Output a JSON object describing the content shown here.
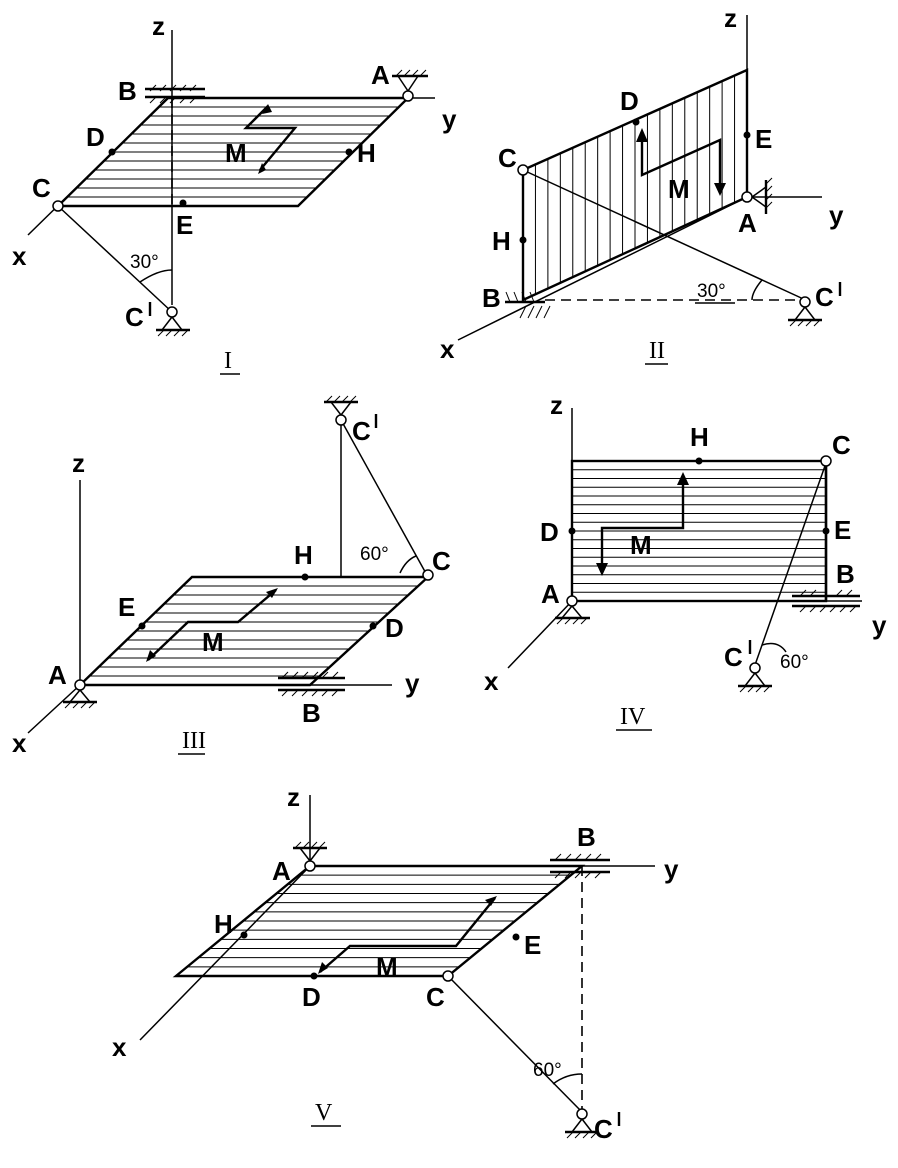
{
  "figures": [
    {
      "numeral": "I",
      "axes": {
        "x": "x",
        "y": "y",
        "z": "z"
      },
      "points": {
        "A": "A",
        "B": "B",
        "C": "C",
        "C1": "C",
        "D": "D",
        "E": "E",
        "H": "H"
      },
      "moment": "M",
      "angle": "30°"
    },
    {
      "numeral": "II",
      "axes": {
        "x": "x",
        "y": "y",
        "z": "z"
      },
      "points": {
        "A": "A",
        "B": "B",
        "C": "C",
        "C1": "C",
        "D": "D",
        "E": "E",
        "H": "H"
      },
      "moment": "M",
      "angle": "30°"
    },
    {
      "numeral": "III",
      "axes": {
        "x": "x",
        "y": "y",
        "z": "z"
      },
      "points": {
        "A": "A",
        "B": "B",
        "C": "C",
        "C1": "C",
        "D": "D",
        "E": "E",
        "H": "H"
      },
      "moment": "M",
      "angle": "60°"
    },
    {
      "numeral": "IV",
      "axes": {
        "x": "x",
        "y": "y",
        "z": "z"
      },
      "points": {
        "A": "A",
        "B": "B",
        "C": "C",
        "C1": "C",
        "D": "D",
        "E": "E",
        "H": "H"
      },
      "moment": "M",
      "angle": "60°"
    },
    {
      "numeral": "V",
      "axes": {
        "x": "x",
        "y": "y",
        "z": "z"
      },
      "points": {
        "A": "A",
        "B": "B",
        "C": "C",
        "C1": "C",
        "D": "D",
        "E": "E",
        "H": "H"
      },
      "moment": "M",
      "angle": "60°"
    }
  ]
}
